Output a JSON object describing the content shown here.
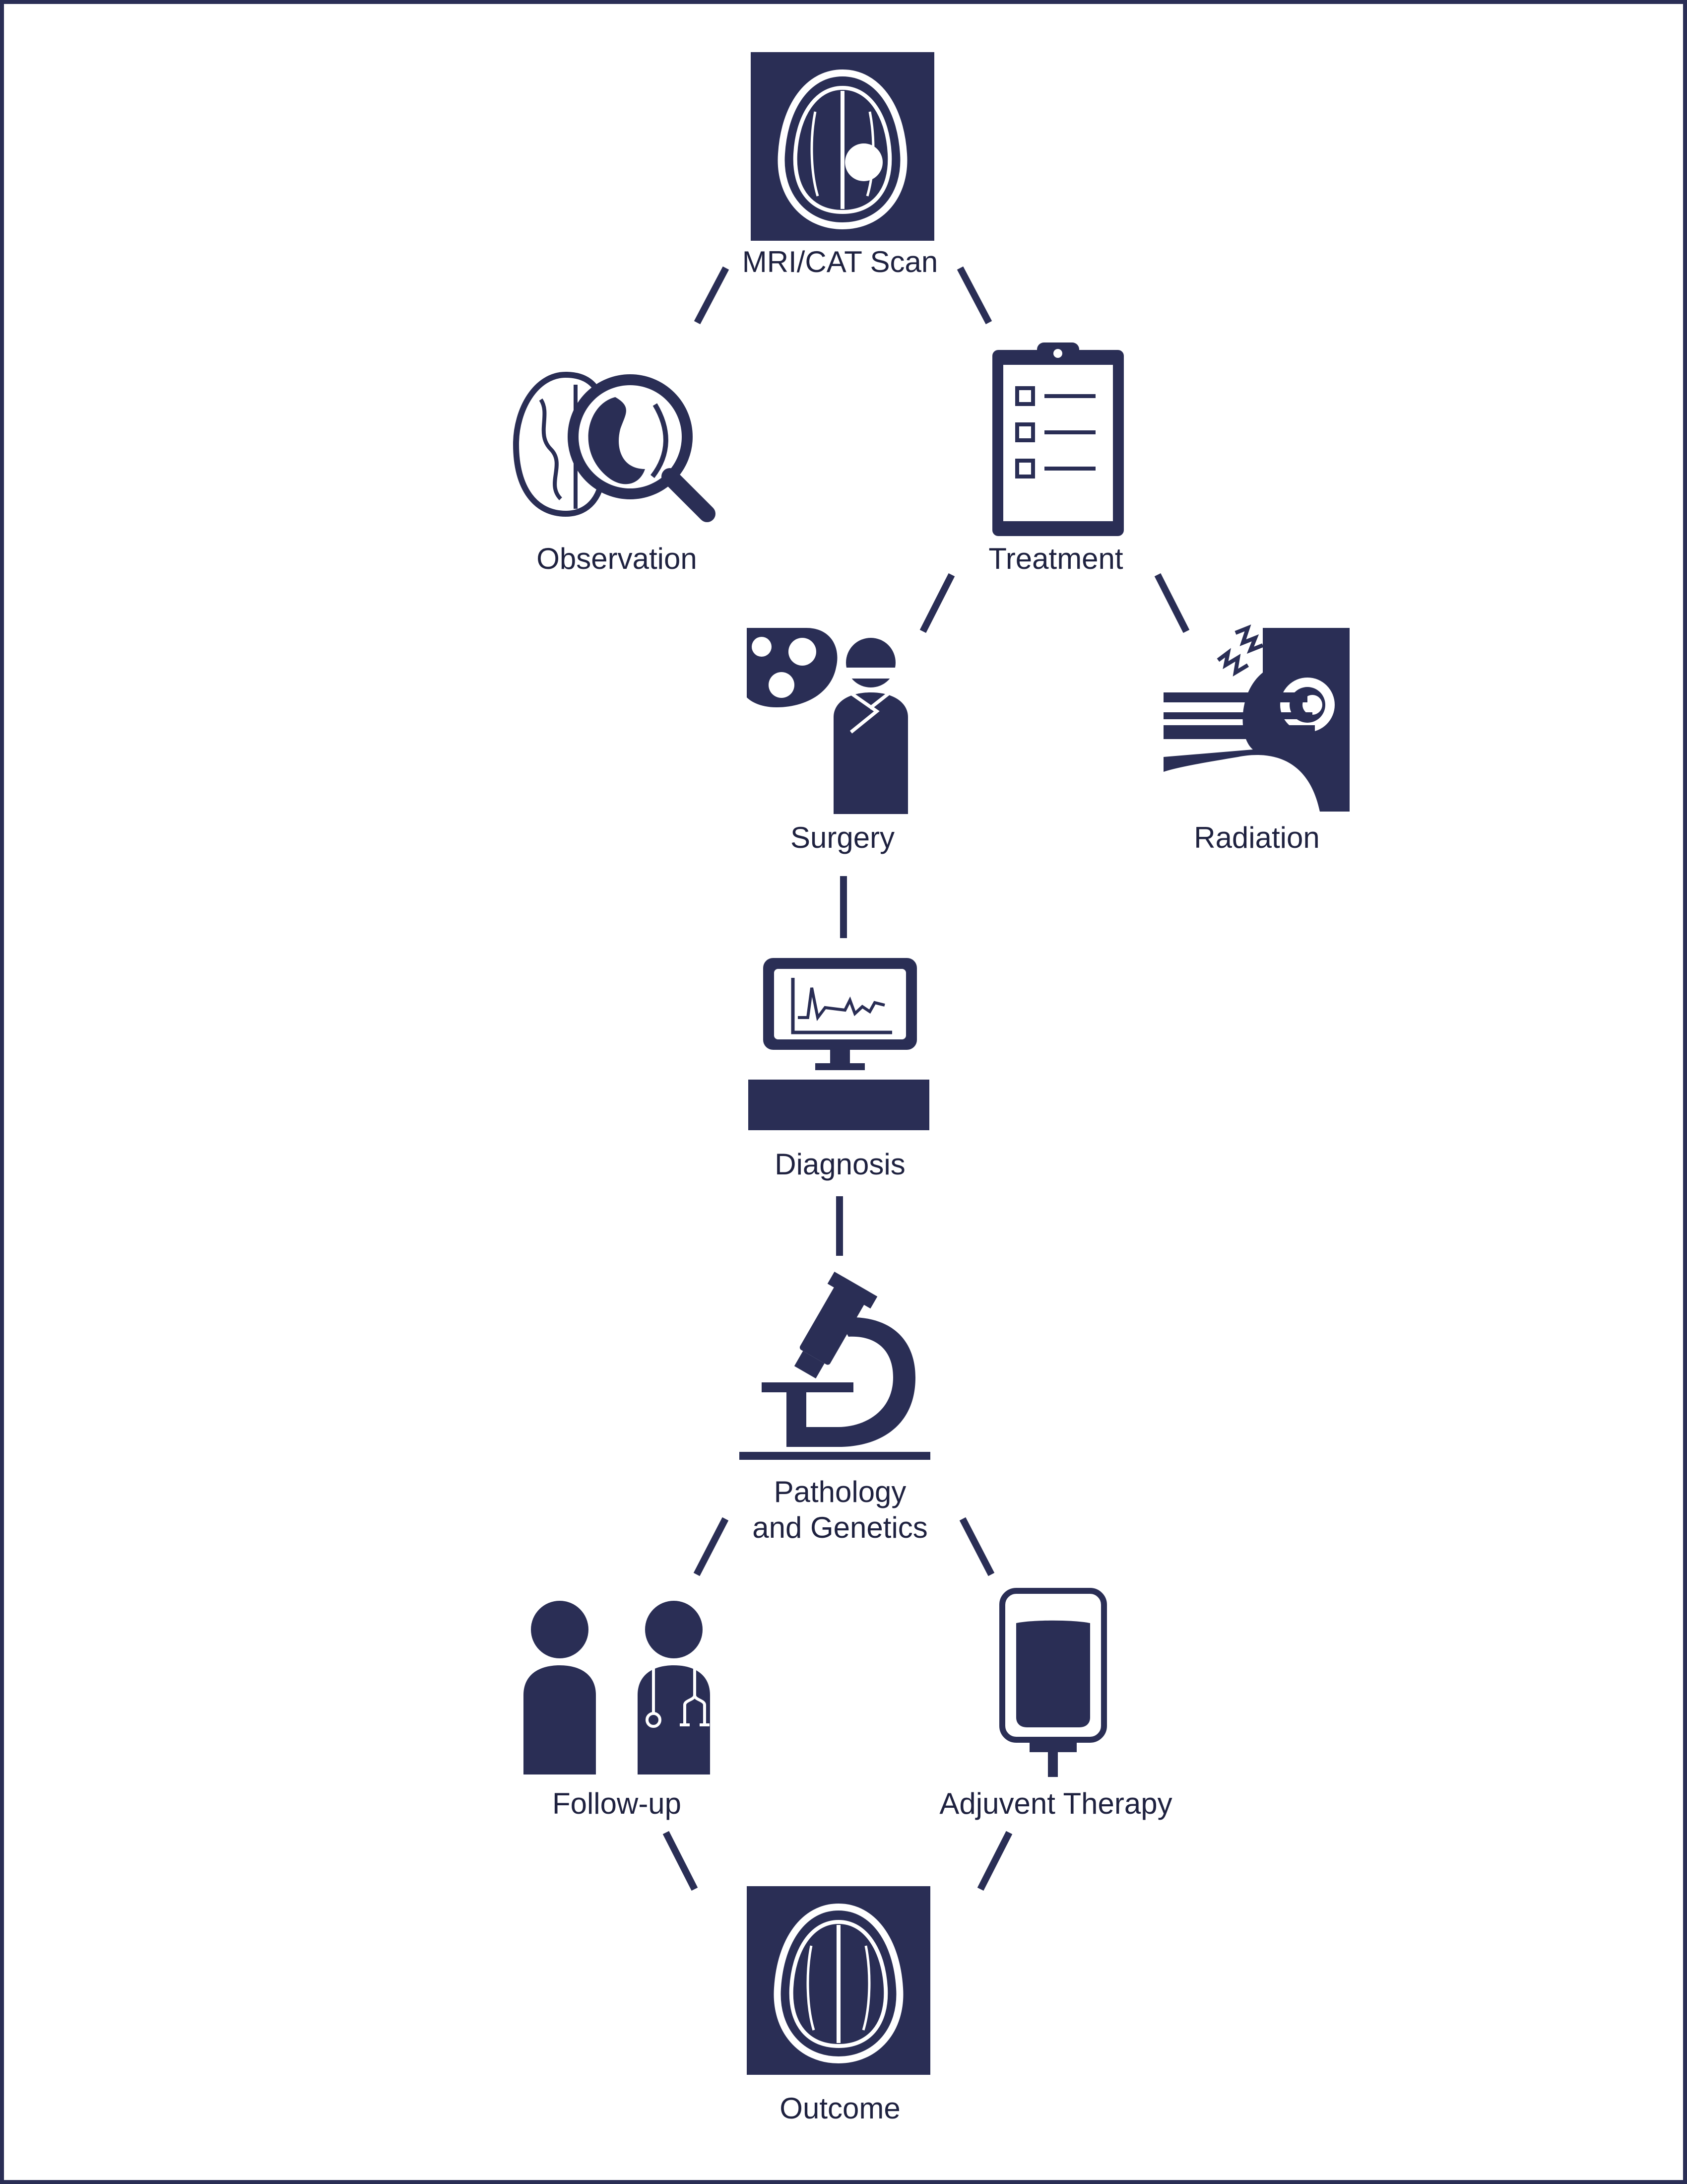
{
  "colors": {
    "primary": "#2a2e55",
    "label": "#1f2240",
    "background": "#ffffff"
  },
  "nodes": {
    "mri": {
      "label": "MRI/CAT Scan",
      "icon": "brain-scan-tumor-icon"
    },
    "observation": {
      "label": "Observation",
      "icon": "brain-magnifier-icon"
    },
    "treatment": {
      "label": "Treatment",
      "icon": "clipboard-checklist-icon"
    },
    "surgery": {
      "label": "Surgery",
      "icon": "surgeon-icon"
    },
    "radiation": {
      "label": "Radiation",
      "icon": "radiation-machine-icon"
    },
    "diagnosis": {
      "label": "Diagnosis",
      "icon": "monitor-waveform-icon"
    },
    "pathology": {
      "label": "Pathology\nand Genetics",
      "icon": "microscope-icon"
    },
    "followup": {
      "label": "Follow-up",
      "icon": "patient-doctor-icon"
    },
    "adjuvent": {
      "label": "Adjuvent Therapy",
      "icon": "iv-bag-icon"
    },
    "outcome": {
      "label": "Outcome",
      "icon": "brain-scan-icon"
    }
  },
  "connections": [
    [
      "mri",
      "observation"
    ],
    [
      "mri",
      "treatment"
    ],
    [
      "treatment",
      "surgery"
    ],
    [
      "treatment",
      "radiation"
    ],
    [
      "surgery",
      "diagnosis"
    ],
    [
      "diagnosis",
      "pathology"
    ],
    [
      "pathology",
      "followup"
    ],
    [
      "pathology",
      "adjuvent"
    ],
    [
      "followup",
      "outcome"
    ],
    [
      "adjuvent",
      "outcome"
    ]
  ]
}
